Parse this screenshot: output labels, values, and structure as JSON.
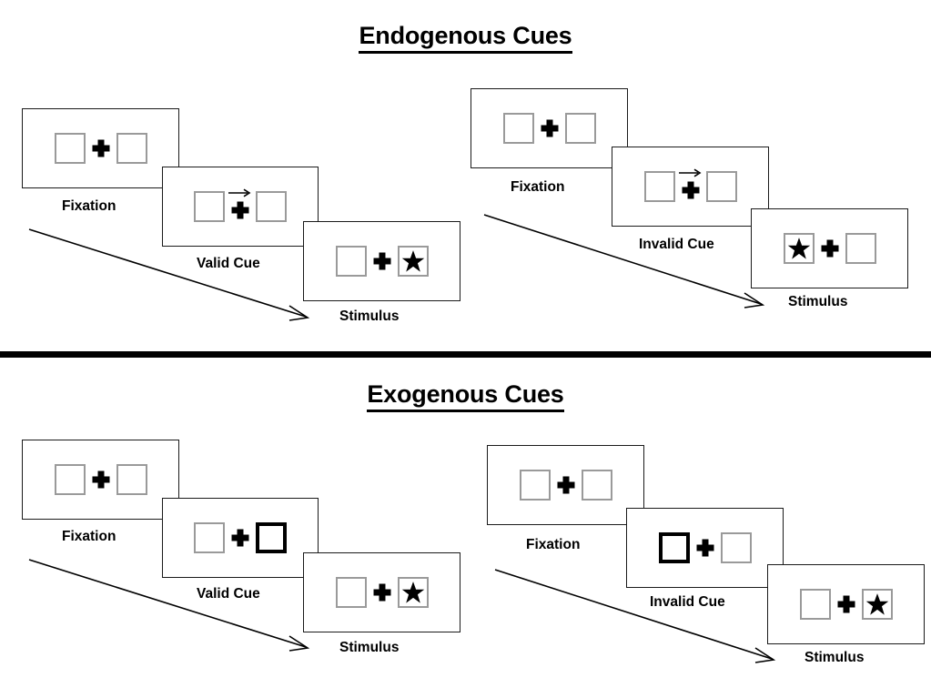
{
  "figure": {
    "sections": [
      {
        "id": "endogenous",
        "title": "Endogenous Cues",
        "conditions": [
          {
            "id": "endogenous-valid",
            "cue_type": "arrow",
            "cue_direction": "right",
            "frames": [
              {
                "id": "fixation",
                "caption": "Fixation",
                "left_box": "empty",
                "right_box": "empty",
                "cue_arrow": false
              },
              {
                "id": "valid-cue",
                "caption": "Valid Cue",
                "left_box": "empty",
                "right_box": "empty",
                "cue_arrow": true
              },
              {
                "id": "stimulus",
                "caption": "Stimulus",
                "left_box": "empty",
                "right_box": "star",
                "cue_arrow": false
              }
            ]
          },
          {
            "id": "endogenous-invalid",
            "cue_type": "arrow",
            "cue_direction": "right",
            "frames": [
              {
                "id": "fixation",
                "caption": "Fixation",
                "left_box": "empty",
                "right_box": "empty",
                "cue_arrow": false
              },
              {
                "id": "invalid-cue",
                "caption": "Invalid Cue",
                "left_box": "empty",
                "right_box": "empty",
                "cue_arrow": true
              },
              {
                "id": "stimulus",
                "caption": "Stimulus",
                "left_box": "star",
                "right_box": "empty",
                "cue_arrow": false
              }
            ]
          }
        ]
      },
      {
        "id": "exogenous",
        "title": "Exogenous Cues",
        "conditions": [
          {
            "id": "exogenous-valid",
            "cue_type": "box-highlight",
            "cue_direction": "right",
            "frames": [
              {
                "id": "fixation",
                "caption": "Fixation",
                "left_box": "empty",
                "right_box": "empty",
                "cue_arrow": false
              },
              {
                "id": "valid-cue",
                "caption": "Valid Cue",
                "left_box": "empty",
                "right_box": "cued",
                "cue_arrow": false
              },
              {
                "id": "stimulus",
                "caption": "Stimulus",
                "left_box": "empty",
                "right_box": "star",
                "cue_arrow": false
              }
            ]
          },
          {
            "id": "exogenous-invalid",
            "cue_type": "box-highlight",
            "cue_direction": "left",
            "frames": [
              {
                "id": "fixation",
                "caption": "Fixation",
                "left_box": "empty",
                "right_box": "empty",
                "cue_arrow": false
              },
              {
                "id": "invalid-cue",
                "caption": "Invalid Cue",
                "left_box": "cued",
                "right_box": "empty",
                "cue_arrow": false
              },
              {
                "id": "stimulus",
                "caption": "Stimulus",
                "left_box": "empty",
                "right_box": "star",
                "cue_arrow": false
              }
            ]
          }
        ]
      }
    ],
    "colors": {
      "background": "#ffffff",
      "ink": "#000000",
      "panel_border": "#1a1a1a",
      "placeholder_border": "#9a9a9a",
      "cued_border": "#000000",
      "divider": "#000000"
    },
    "icons": {
      "fixation_cross": "plus-icon",
      "cue_arrow": "arrow-right-icon",
      "stimulus": "star-icon",
      "time_flow": "diagonal-arrow-icon"
    }
  }
}
